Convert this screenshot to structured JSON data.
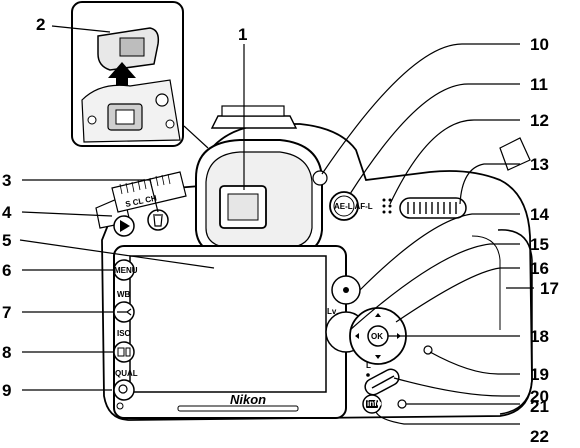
{
  "callouts": {
    "n1": "1",
    "n2": "2",
    "n3": "3",
    "n4": "4",
    "n5": "5",
    "n6": "6",
    "n7": "7",
    "n8": "8",
    "n9": "9",
    "n10": "10",
    "n11": "11",
    "n12": "12",
    "n13": "13",
    "n14": "14",
    "n15": "15",
    "n16": "16",
    "n17": "17",
    "n18": "18",
    "n19": "19",
    "n20": "20",
    "n21": "21",
    "n22": "22"
  },
  "button_labels": {
    "menu": "MENU",
    "wb": "WB",
    "iso": "ISO",
    "qual": "QUAL",
    "ok": "OK",
    "ae_af_lock": "AE-L AF-L",
    "lv": "Lv",
    "lock": "L",
    "info": "info"
  },
  "mode_dial_text": "S CL CH",
  "brand": "Nikon"
}
